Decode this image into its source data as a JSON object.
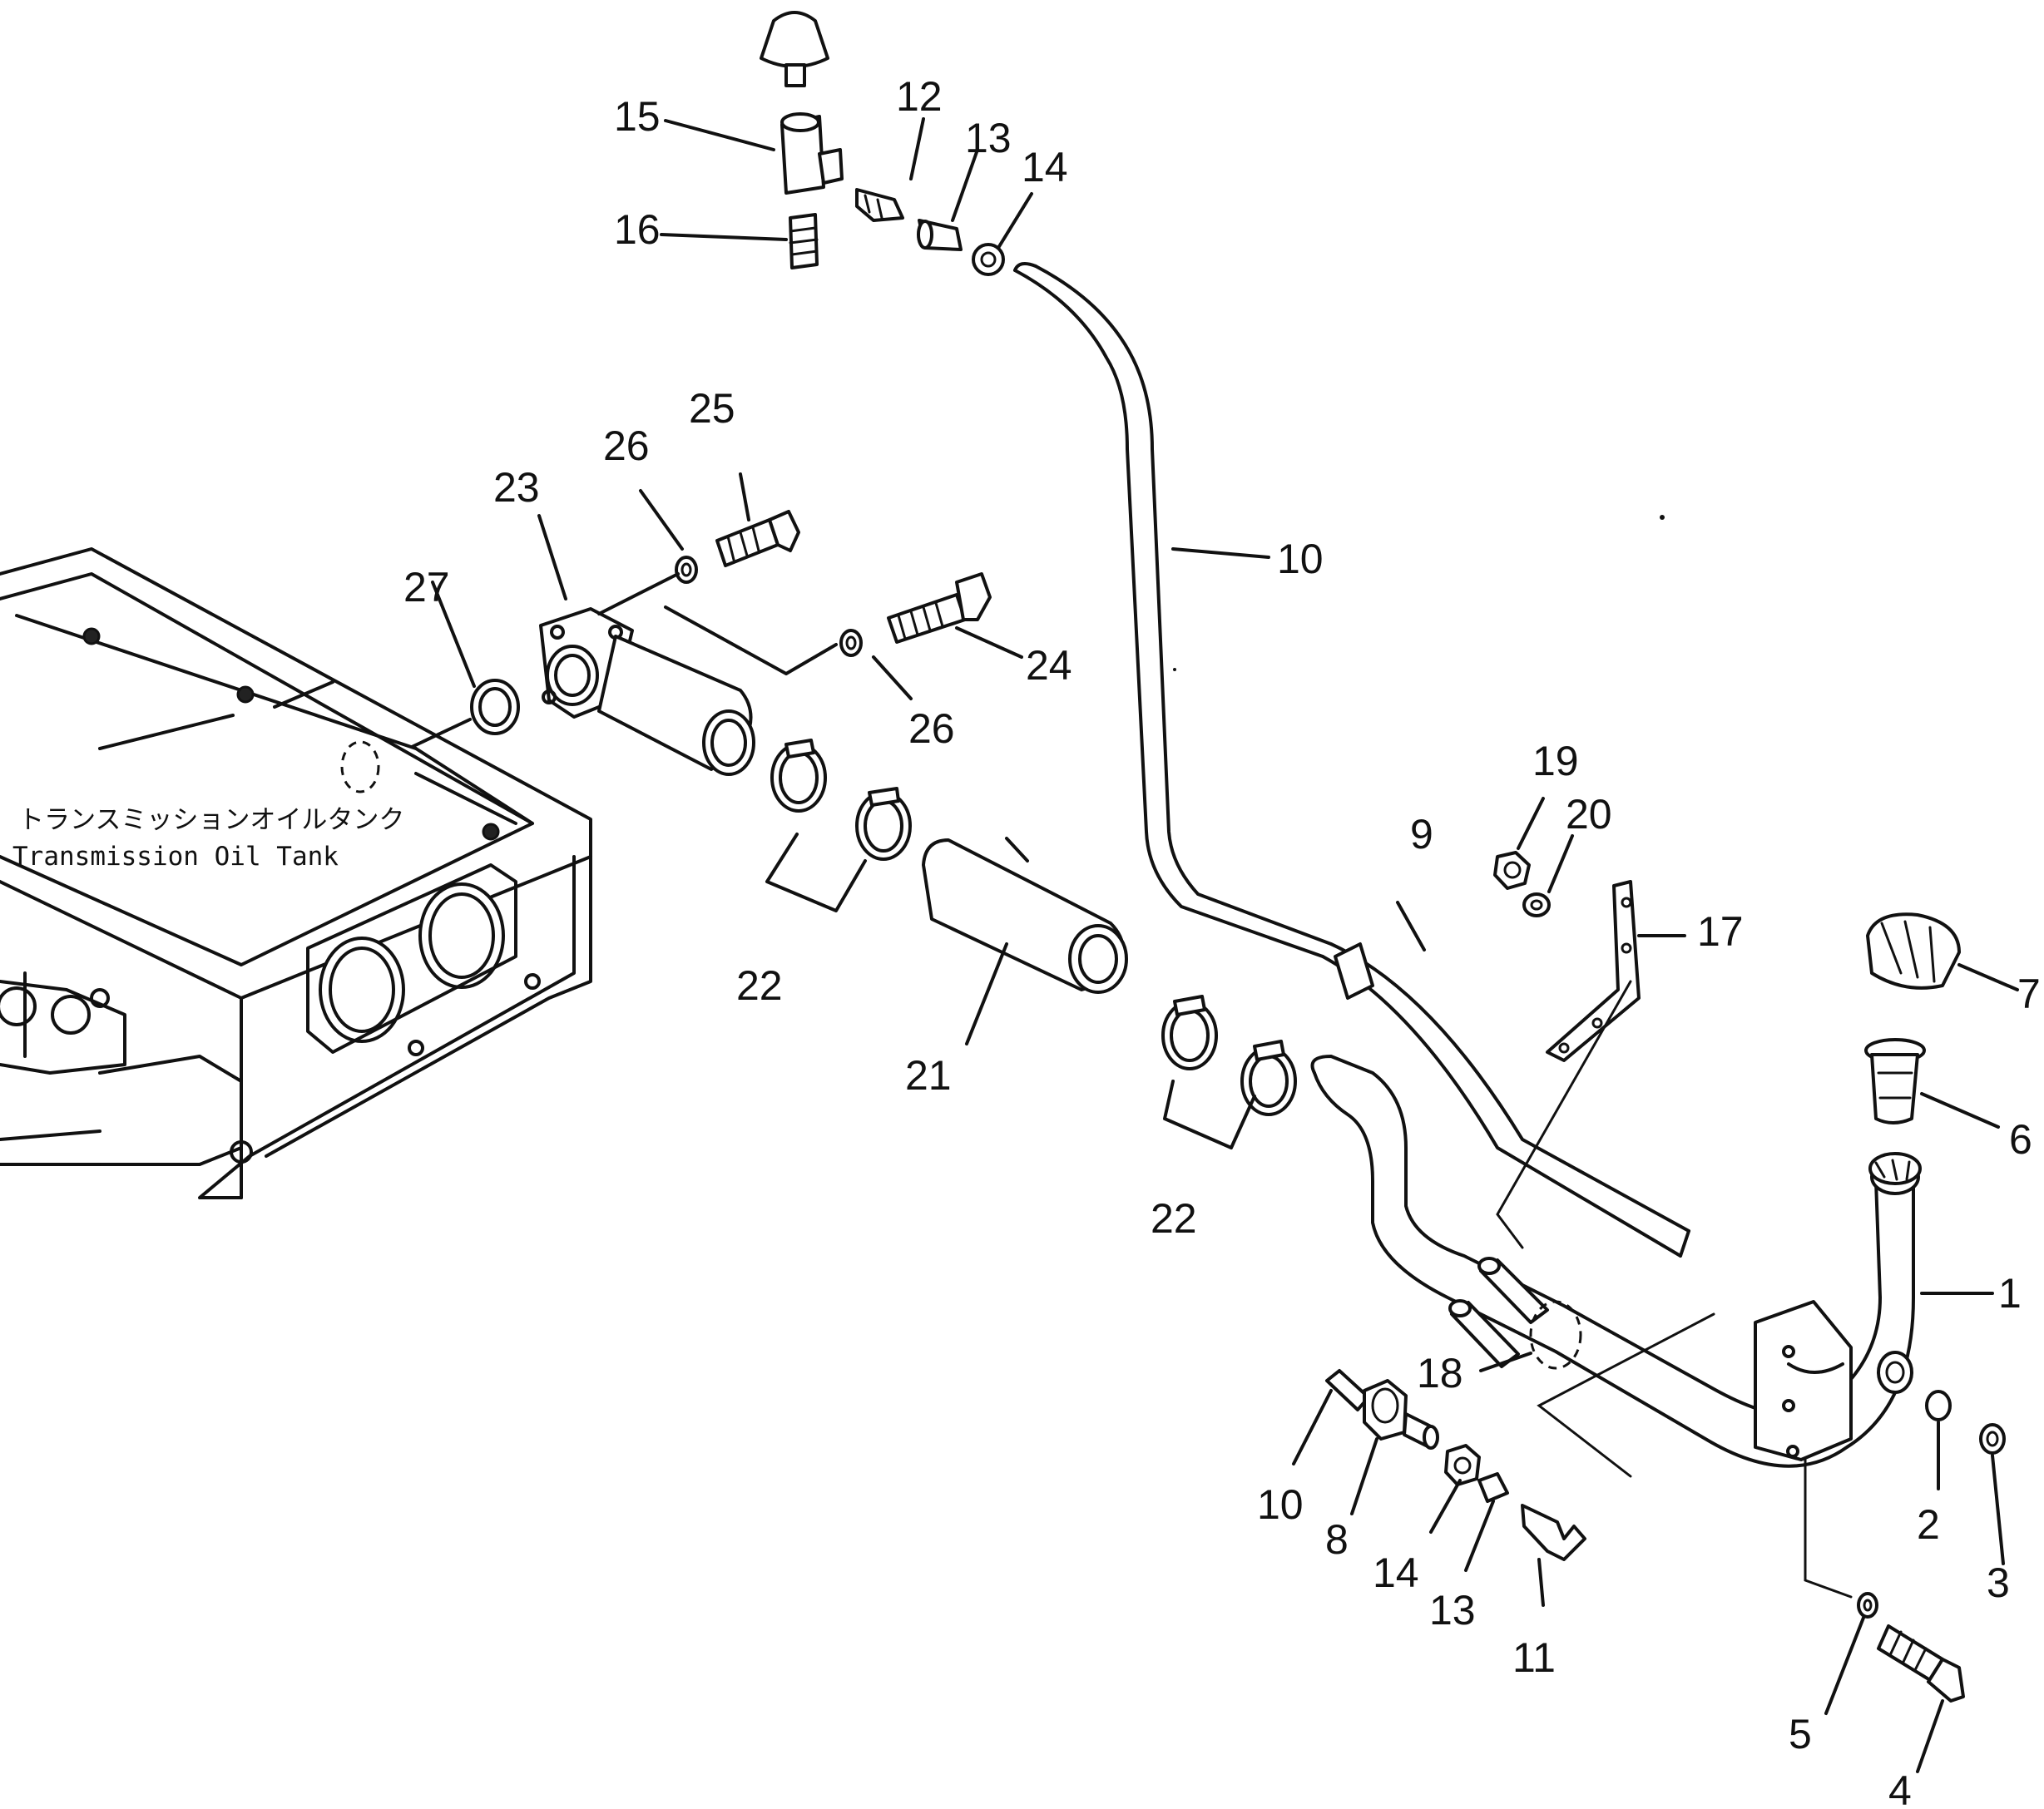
{
  "tank_label": {
    "japanese": "トランスミッションオイルタンク",
    "english": "Transmission Oil Tank"
  },
  "callouts": [
    {
      "id": "c1",
      "text": "1"
    },
    {
      "id": "c2",
      "text": "2"
    },
    {
      "id": "c3",
      "text": "3"
    },
    {
      "id": "c4",
      "text": "4"
    },
    {
      "id": "c5",
      "text": "5"
    },
    {
      "id": "c6",
      "text": "6"
    },
    {
      "id": "c7",
      "text": "7"
    },
    {
      "id": "c8",
      "text": "8"
    },
    {
      "id": "c9",
      "text": "9"
    },
    {
      "id": "c10a",
      "text": "10"
    },
    {
      "id": "c10b",
      "text": "10"
    },
    {
      "id": "c11",
      "text": "11"
    },
    {
      "id": "c12",
      "text": "12"
    },
    {
      "id": "c13a",
      "text": "13"
    },
    {
      "id": "c13b",
      "text": "13"
    },
    {
      "id": "c14a",
      "text": "14"
    },
    {
      "id": "c14b",
      "text": "14"
    },
    {
      "id": "c15",
      "text": "15"
    },
    {
      "id": "c16",
      "text": "16"
    },
    {
      "id": "c17",
      "text": "17"
    },
    {
      "id": "c18",
      "text": "18"
    },
    {
      "id": "c19",
      "text": "19"
    },
    {
      "id": "c20",
      "text": "20"
    },
    {
      "id": "c21",
      "text": "21"
    },
    {
      "id": "c22a",
      "text": "22"
    },
    {
      "id": "c22b",
      "text": "22"
    },
    {
      "id": "c23",
      "text": "23"
    },
    {
      "id": "c24",
      "text": "24"
    },
    {
      "id": "c25",
      "text": "25"
    },
    {
      "id": "c26a",
      "text": "26"
    },
    {
      "id": "c26b",
      "text": "26"
    },
    {
      "id": "c27",
      "text": "27"
    }
  ]
}
